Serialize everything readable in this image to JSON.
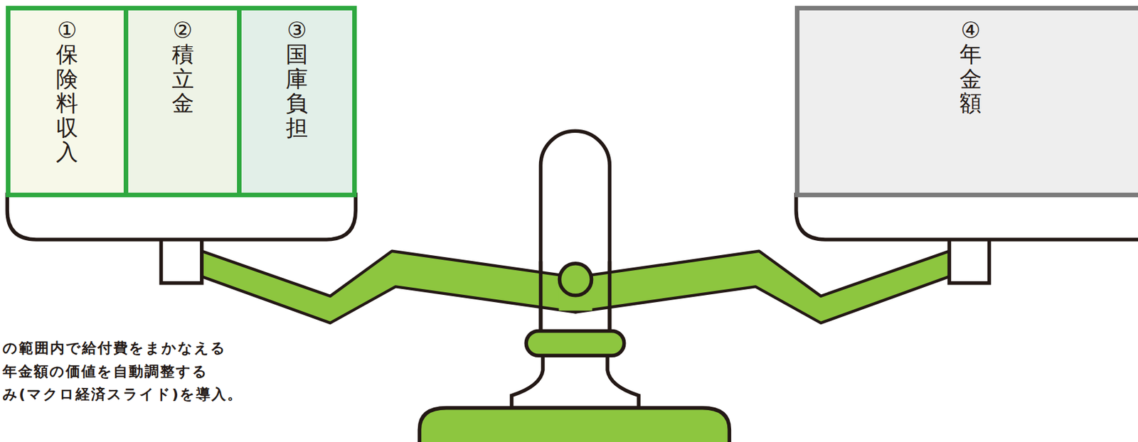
{
  "diagram": {
    "nodes": [
      {
        "text": [
          "①保険料収入"
        ]
      },
      {
        "text": [
          "②積立金"
        ]
      },
      {
        "text": [
          "③国庫負担"
        ]
      },
      {
        "text": [
          "④年金額"
        ]
      }
    ],
    "labels": [
      "の範囲内で給付費をまかなえる",
      "年金額の価値を自動調整する",
      "み(マクロ経済スライド)を導入。"
    ]
  }
}
